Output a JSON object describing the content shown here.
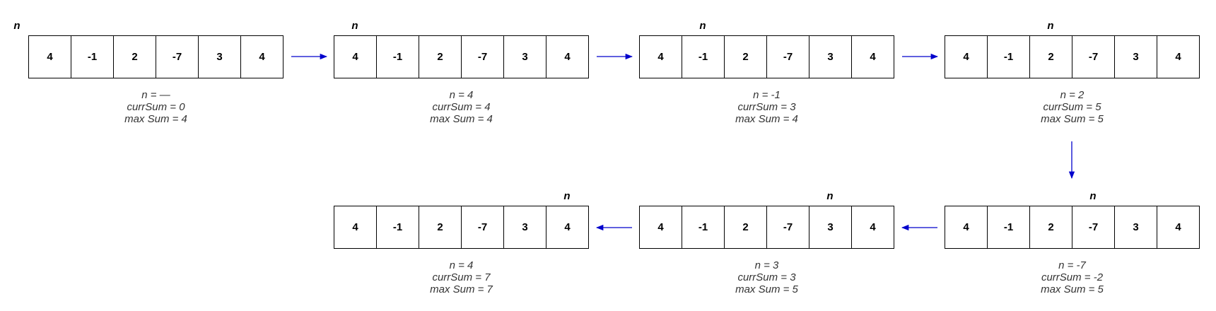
{
  "pointer_label": "n",
  "arrow_color": "#0000cc",
  "steps": [
    {
      "values": [
        "4",
        "-1",
        "2",
        "-7",
        "3",
        "4"
      ],
      "pointer_index": -1,
      "n_line": "n = —",
      "curr_line": "currSum = 0",
      "max_line": "max Sum = 4"
    },
    {
      "values": [
        "4",
        "-1",
        "2",
        "-7",
        "3",
        "4"
      ],
      "pointer_index": 0,
      "n_line": "n = 4",
      "curr_line": "currSum = 4",
      "max_line": "max Sum = 4"
    },
    {
      "values": [
        "4",
        "-1",
        "2",
        "-7",
        "3",
        "4"
      ],
      "pointer_index": 1,
      "n_line": "n = -1",
      "curr_line": "currSum = 3",
      "max_line": "max Sum = 4"
    },
    {
      "values": [
        "4",
        "-1",
        "2",
        "-7",
        "3",
        "4"
      ],
      "pointer_index": 2,
      "n_line": "n = 2",
      "curr_line": "currSum = 5",
      "max_line": "max Sum = 5"
    },
    {
      "values": [
        "4",
        "-1",
        "2",
        "-7",
        "3",
        "4"
      ],
      "pointer_index": 3,
      "n_line": "n = -7",
      "curr_line": "currSum = -2",
      "max_line": "max Sum = 5"
    },
    {
      "values": [
        "4",
        "-1",
        "2",
        "-7",
        "3",
        "4"
      ],
      "pointer_index": 4,
      "n_line": "n = 3",
      "curr_line": "currSum = 3",
      "max_line": "max Sum = 5"
    },
    {
      "values": [
        "4",
        "-1",
        "2",
        "-7",
        "3",
        "4"
      ],
      "pointer_index": 5,
      "n_line": "n = 4",
      "curr_line": "currSum = 7",
      "max_line": "max Sum = 7"
    }
  ]
}
